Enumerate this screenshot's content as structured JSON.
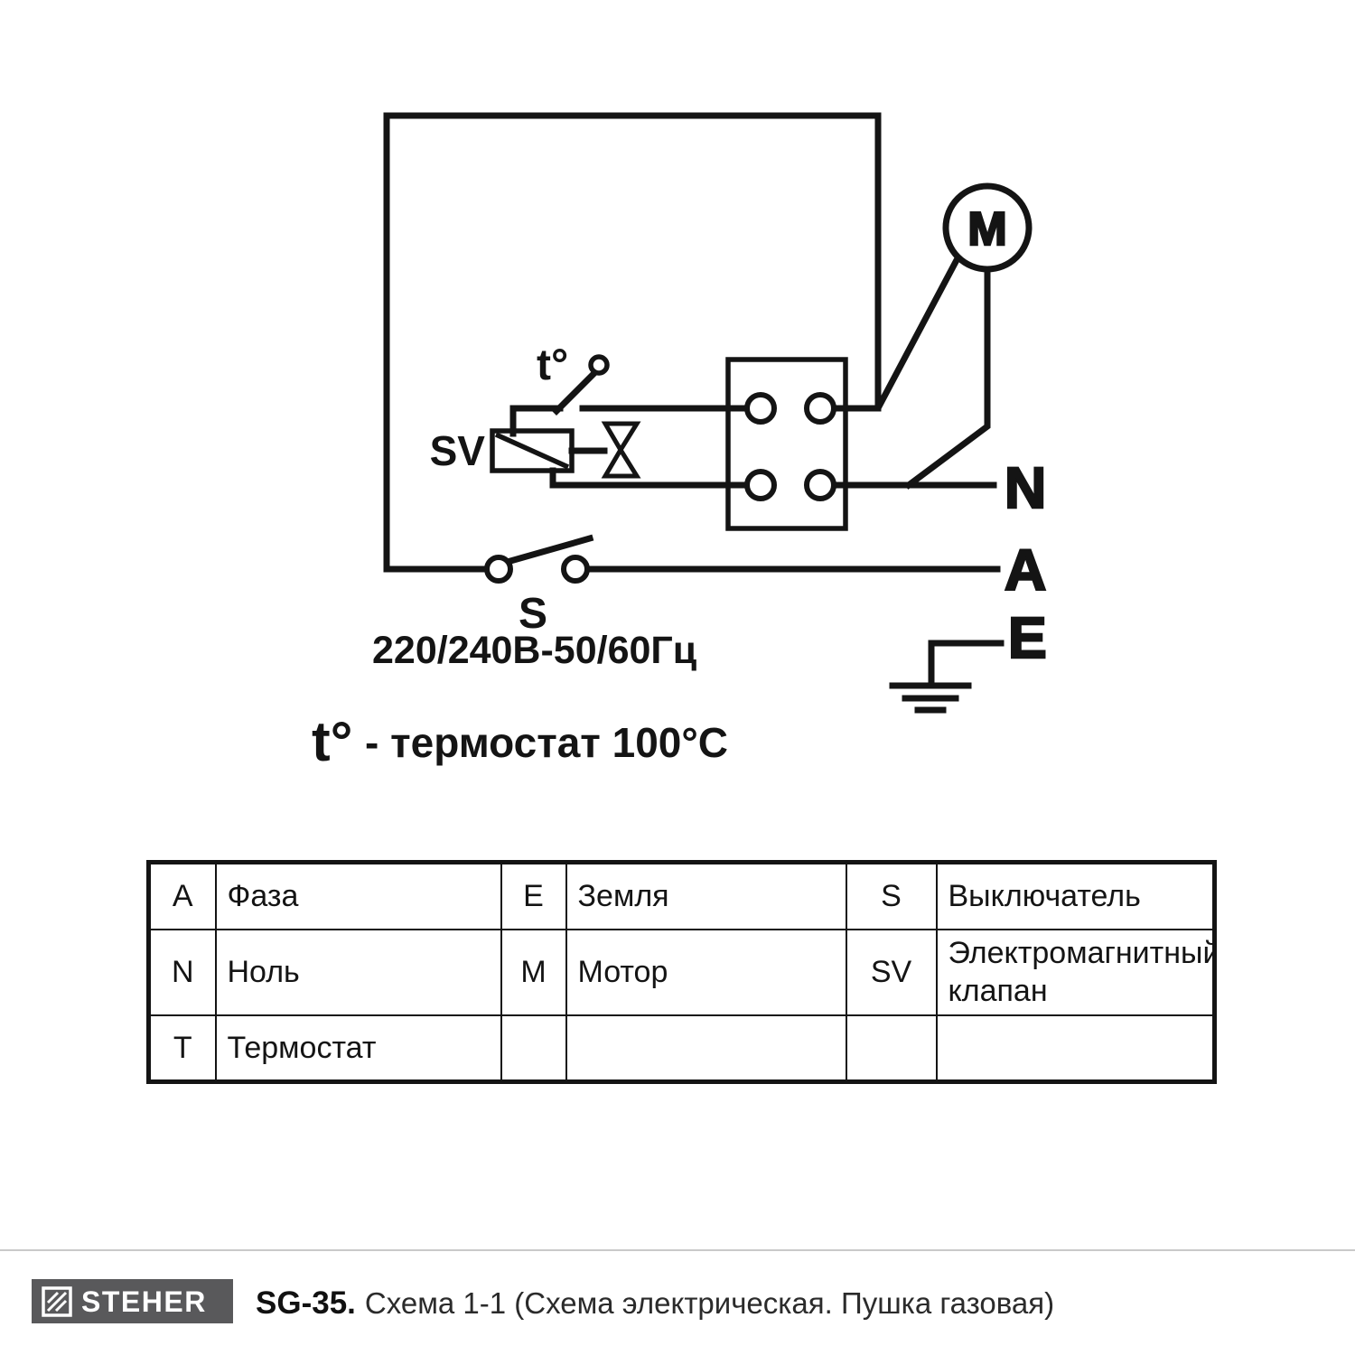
{
  "colors": {
    "line": "#141414",
    "brand_bg": "#59595b",
    "divider": "#c9c9c9"
  },
  "diagram": {
    "motor": "M",
    "thermostat": "t°",
    "sv": "SV",
    "switch": "S",
    "voltage": "220/240В-50/60Гц",
    "neutral": "N",
    "phase": "A",
    "earth": "E",
    "note_t": "t°",
    "note_text": "- термостат 100°C"
  },
  "legend": {
    "rows": [
      {
        "c0": "A",
        "c1": "Фаза",
        "c2": "E",
        "c3": "Земля",
        "c4": "S",
        "c5": "Выключатель"
      },
      {
        "c0": "N",
        "c1": "Ноль",
        "c2": "M",
        "c3": "Мотор",
        "c4": "SV",
        "c5": "Электромагнитный клапан"
      },
      {
        "c0": "T",
        "c1": "Термостат",
        "c2": "",
        "c3": "",
        "c4": "",
        "c5": ""
      }
    ]
  },
  "footer": {
    "brand": "STEHER",
    "model": "SG-35.",
    "caption": "Схема 1-1 (Схема электрическая. Пушка газовая)"
  }
}
